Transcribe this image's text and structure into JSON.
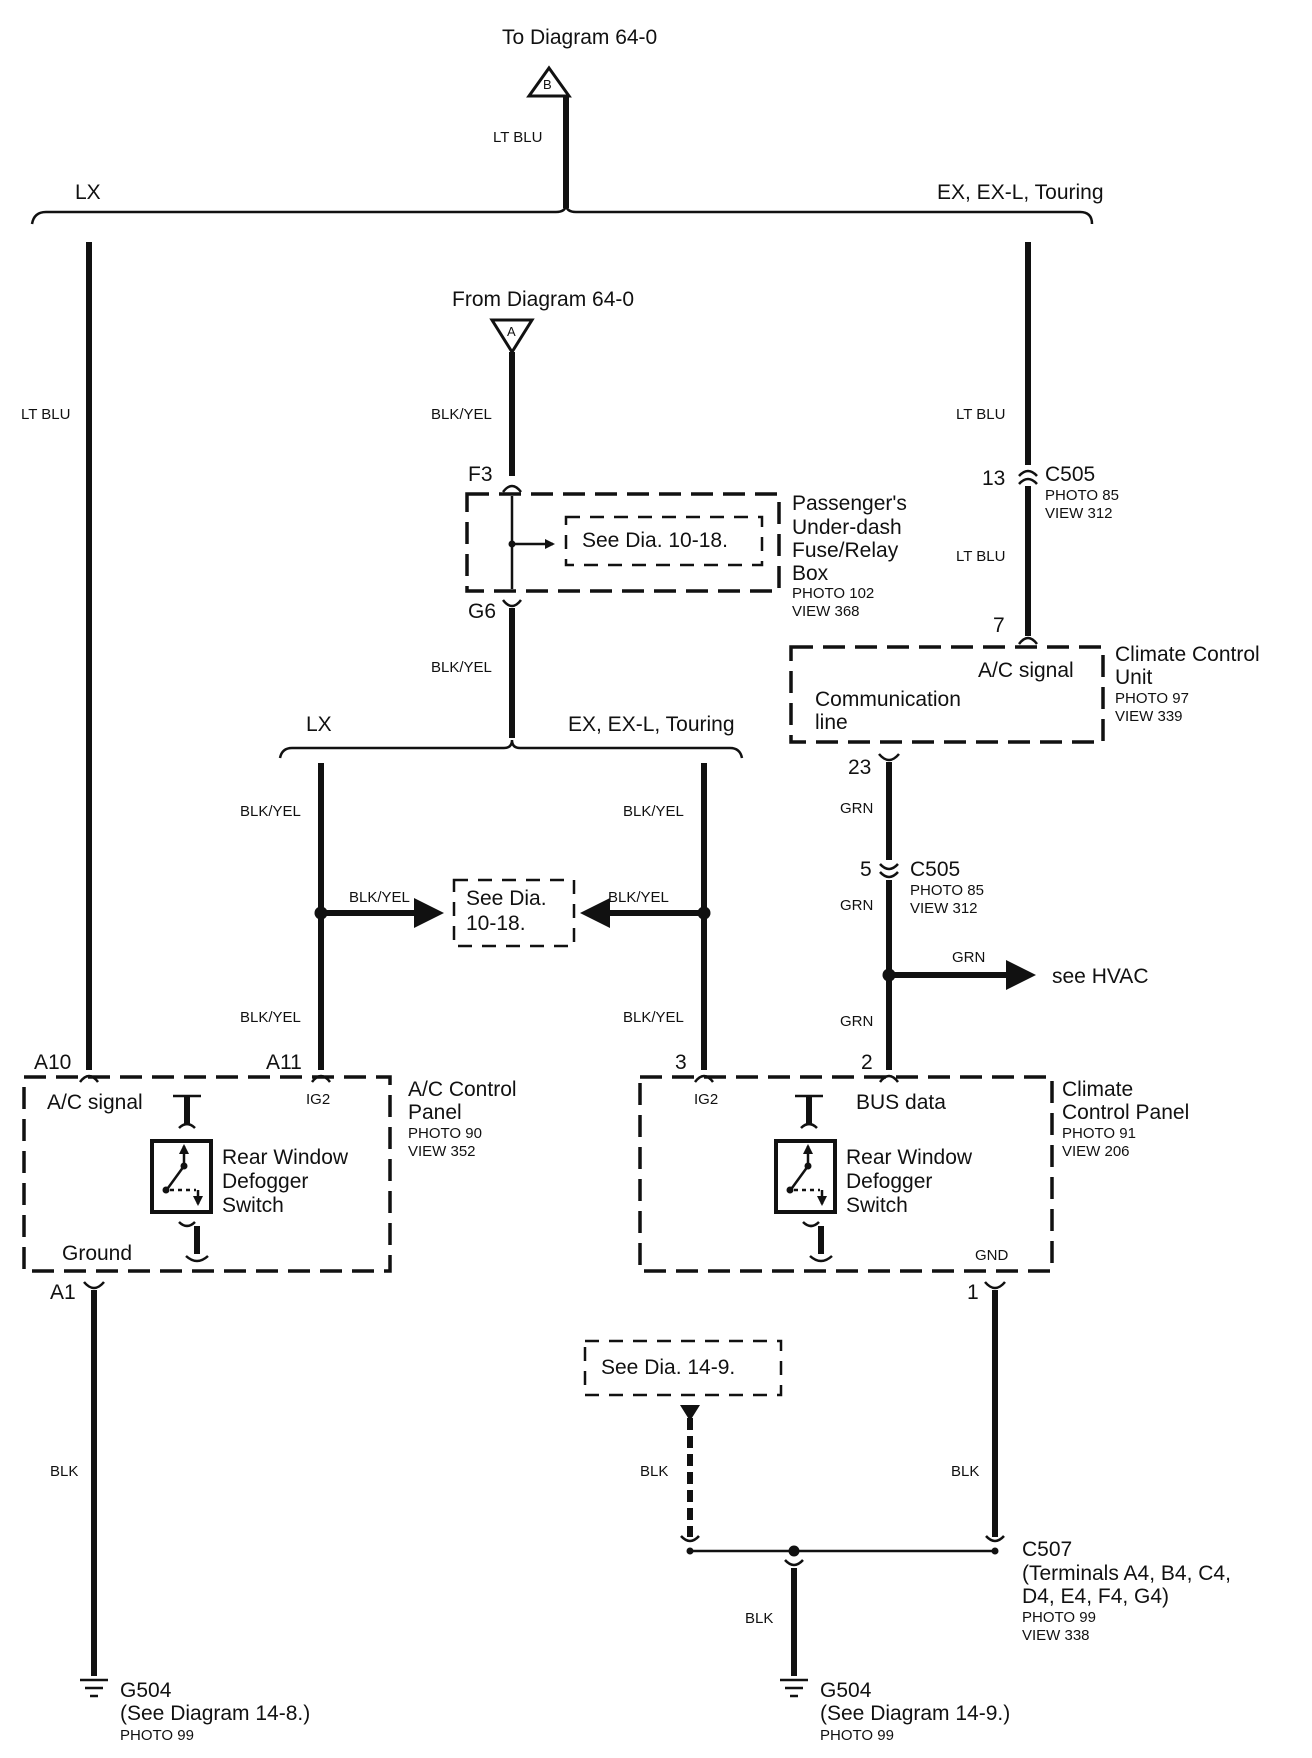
{
  "top": {
    "to_diagram": "To Diagram 64-0",
    "connector_b": "B",
    "wire_top": "LT BLU",
    "branch_lx": "LX",
    "branch_ex": "EX, EX-L, Touring"
  },
  "left_column": {
    "wire": "LT BLU"
  },
  "fuse_box": {
    "from_diagram": "From Diagram 64-0",
    "connector_a": "A",
    "wire_in": "BLK/YEL",
    "pin_in": "F3",
    "pin_out": "G6",
    "see_ref": "See Dia. 10-18.",
    "name_lines": [
      "Passenger's",
      "Under-dash",
      "Fuse/Relay",
      "Box"
    ],
    "photo": "PHOTO 102",
    "view": "VIEW 368",
    "wire_out": "BLK/YEL"
  },
  "mid_branch": {
    "lx": "LX",
    "ex": "EX, EX-L, Touring",
    "wire_left_top": "BLK/YEL",
    "wire_right_top": "BLK/YEL",
    "arrow_left_label": "BLK/YEL",
    "arrow_right_label": "BLK/YEL",
    "see_ref_line1": "See Dia.",
    "see_ref_line2": "10-18.",
    "wire_left_bottom": "BLK/YEL",
    "wire_right_bottom": "BLK/YEL"
  },
  "climate_unit": {
    "wire_top": "LT BLU",
    "c505_pin": "13",
    "c505": "C505",
    "c505_photo": "PHOTO 85",
    "c505_view": "VIEW 312",
    "wire_mid": "LT BLU",
    "pin_in": "7",
    "signal": "A/C signal",
    "comm_line1": "Communication",
    "comm_line2": "line",
    "name_line1": "Climate Control",
    "name_line2": "Unit",
    "photo": "PHOTO 97",
    "view": "VIEW 339",
    "pin_out": "23",
    "wire_grn1": "GRN",
    "c505b_pin": "5",
    "c505b": "C505",
    "c505b_photo": "PHOTO 85",
    "c505b_view": "VIEW 312",
    "wire_grn2": "GRN",
    "hvac_wire": "GRN",
    "hvac_label": "see HVAC",
    "wire_grn3": "GRN"
  },
  "ac_panel": {
    "pin_a10": "A10",
    "pin_a11": "A11",
    "ac_signal": "A/C signal",
    "ig2": "IG2",
    "switch_line1": "Rear Window",
    "switch_line2": "Defogger",
    "switch_line3": "Switch",
    "ground": "Ground",
    "name_line1": "A/C Control",
    "name_line2": "Panel",
    "photo": "PHOTO 90",
    "view": "VIEW 352",
    "pin_a1": "A1",
    "wire_blk": "BLK",
    "g504": "G504",
    "g504_ref": "(See Diagram 14-8.)",
    "g504_photo": "PHOTO 99"
  },
  "climate_panel": {
    "pin_3": "3",
    "pin_2": "2",
    "ig2": "IG2",
    "bus": "BUS data",
    "switch_line1": "Rear Window",
    "switch_line2": "Defogger",
    "switch_line3": "Switch",
    "gnd": "GND",
    "name_line1": "Climate",
    "name_line2": "Control Panel",
    "photo": "PHOTO 91",
    "view": "VIEW 206",
    "pin_1": "1",
    "see_ref": "See Dia. 14-9.",
    "wire_blk_left": "BLK",
    "wire_blk_right": "BLK",
    "c507": "C507",
    "c507_line1": "(Terminals A4, B4, C4,",
    "c507_line2": "D4, E4, F4, G4)",
    "c507_photo": "PHOTO 99",
    "c507_view": "VIEW 338",
    "wire_blk_bottom": "BLK",
    "g504": "G504",
    "g504_ref": "(See Diagram 14-9.)",
    "g504_photo": "PHOTO 99"
  }
}
